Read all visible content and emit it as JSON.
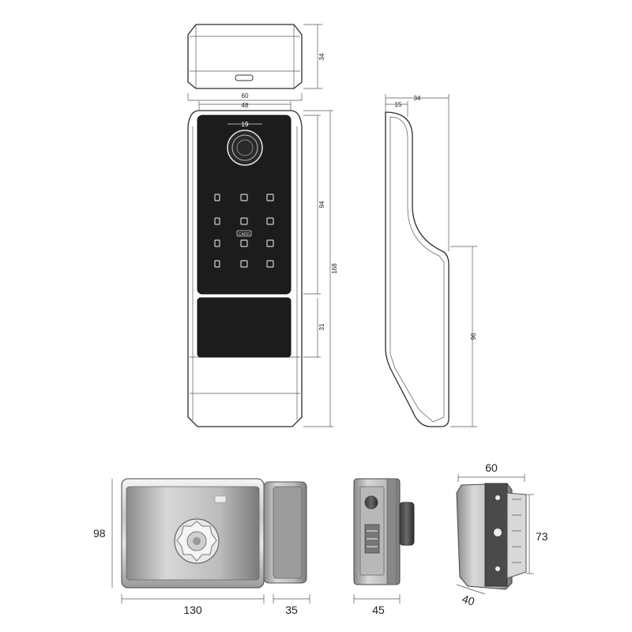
{
  "dimensions": {
    "top_view_height": "34",
    "top_view_width": "60",
    "front_inner_width": "48",
    "fingerprint_width": "19",
    "keypad_height": "94",
    "total_height": "168",
    "handle_height": "31",
    "side_depth": "34",
    "side_top_depth": "15",
    "side_lower_height": "96",
    "lock_height": "98",
    "lock_width": "130",
    "lock_bolt_width": "35",
    "lock_side_width": "45",
    "bracket_width": "60",
    "bracket_height": "73",
    "bracket_depth": "40"
  },
  "keypad": {
    "card_label": "CARD"
  }
}
